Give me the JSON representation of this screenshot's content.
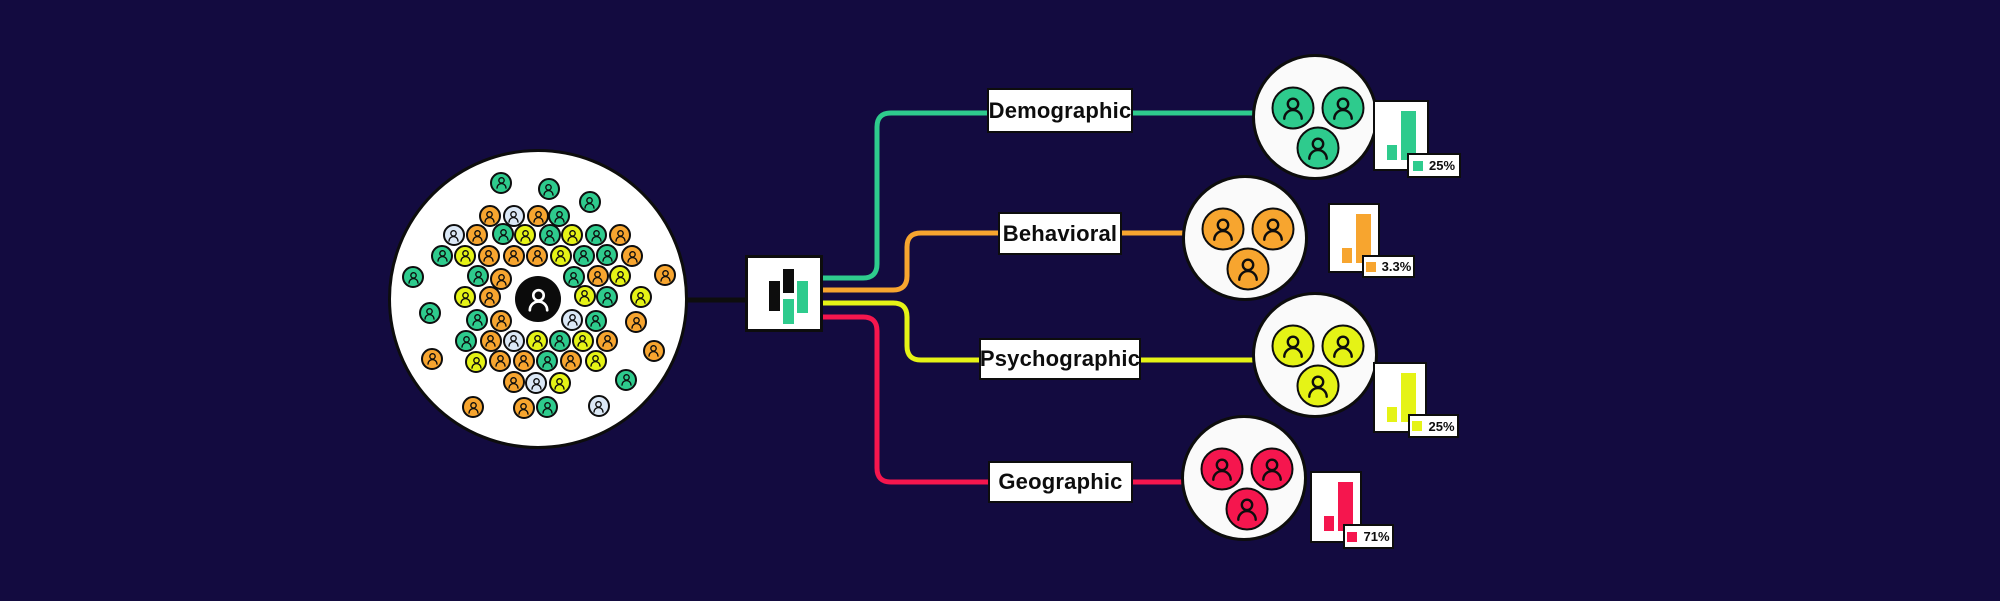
{
  "diagram": {
    "name": "audience-segmentation-diagram",
    "colors": {
      "background": "#130b40",
      "ink": "#0d0d0d",
      "white": "#ffffff",
      "green": "#2ecb8d",
      "orange": "#f7a52f",
      "yellow": "#e5f316",
      "red": "#f5164e",
      "light_blue": "#dbe8f6"
    },
    "population": {
      "center_icon": "person-icon",
      "dot_icon": "person-icon",
      "dots": [
        [
          37.5,
          10.5,
          "g"
        ],
        [
          53.7,
          12.6,
          "g"
        ],
        [
          67.6,
          17.1,
          "g"
        ],
        [
          33.6,
          21.9,
          "o"
        ],
        [
          41.8,
          21.9,
          "l"
        ],
        [
          50.0,
          21.9,
          "o"
        ],
        [
          57.2,
          21.9,
          "g"
        ],
        [
          21.3,
          28.4,
          "l"
        ],
        [
          29.3,
          28.3,
          "o"
        ],
        [
          38.1,
          27.9,
          "g"
        ],
        [
          45.7,
          28.3,
          "y"
        ],
        [
          54.0,
          28.3,
          "g"
        ],
        [
          61.7,
          28.3,
          "y"
        ],
        [
          69.8,
          28.3,
          "g"
        ],
        [
          78.0,
          28.3,
          "o"
        ],
        [
          17.5,
          35.3,
          "g"
        ],
        [
          25.3,
          35.3,
          "y"
        ],
        [
          33.3,
          35.3,
          "o"
        ],
        [
          41.8,
          35.3,
          "o"
        ],
        [
          49.8,
          35.3,
          "o"
        ],
        [
          57.7,
          35.3,
          "y"
        ],
        [
          65.6,
          35.3,
          "g"
        ],
        [
          73.6,
          35.2,
          "g"
        ],
        [
          82.0,
          35.5,
          "o"
        ],
        [
          7.5,
          42.6,
          "g"
        ],
        [
          93.3,
          42.0,
          "o"
        ],
        [
          29.6,
          42.3,
          "g"
        ],
        [
          37.5,
          43.2,
          "o"
        ],
        [
          62.2,
          42.6,
          "g"
        ],
        [
          70.4,
          42.3,
          "o"
        ],
        [
          78.0,
          42.3,
          "y"
        ],
        [
          13.2,
          54.8,
          "g"
        ],
        [
          25.3,
          49.4,
          "y"
        ],
        [
          33.6,
          49.4,
          "o"
        ],
        [
          65.9,
          48.9,
          "y"
        ],
        [
          73.6,
          49.4,
          "g"
        ],
        [
          84.9,
          49.4,
          "y"
        ],
        [
          29.4,
          57.0,
          "g"
        ],
        [
          37.5,
          57.4,
          "o"
        ],
        [
          61.7,
          57.0,
          "l"
        ],
        [
          69.6,
          57.4,
          "g"
        ],
        [
          83.4,
          57.9,
          "o"
        ],
        [
          25.6,
          64.4,
          "g"
        ],
        [
          33.9,
          64.2,
          "o"
        ],
        [
          41.8,
          64.2,
          "l"
        ],
        [
          49.8,
          64.2,
          "y"
        ],
        [
          57.4,
          64.2,
          "g"
        ],
        [
          65.3,
          64.2,
          "y"
        ],
        [
          73.6,
          64.2,
          "o"
        ],
        [
          14.1,
          70.4,
          "o"
        ],
        [
          89.3,
          67.6,
          "o"
        ],
        [
          29.0,
          71.5,
          "y"
        ],
        [
          37.2,
          71.0,
          "o"
        ],
        [
          45.2,
          71.0,
          "o"
        ],
        [
          53.2,
          71.2,
          "g"
        ],
        [
          61.1,
          71.0,
          "o"
        ],
        [
          69.6,
          71.0,
          "y"
        ],
        [
          41.8,
          78.3,
          "o"
        ],
        [
          49.4,
          78.6,
          "l"
        ],
        [
          57.4,
          78.6,
          "y"
        ],
        [
          80.1,
          77.4,
          "g"
        ],
        [
          27.9,
          86.9,
          "o"
        ],
        [
          45.2,
          87.1,
          "o"
        ],
        [
          53.2,
          86.9,
          "g"
        ],
        [
          70.7,
          86.5,
          "l"
        ]
      ]
    },
    "hub": {
      "icon": "bar-chart-icon"
    },
    "branches": [
      {
        "id": "demographic",
        "label": "Demographic",
        "color_key": "green",
        "percent": "25%",
        "member_count": 3,
        "member_icon": "person-icon"
      },
      {
        "id": "behavioral",
        "label": "Behavioral",
        "color_key": "orange",
        "percent": "3.3%",
        "member_count": 3,
        "member_icon": "person-icon"
      },
      {
        "id": "psychographic",
        "label": "Psychographic",
        "color_key": "yellow",
        "percent": "25%",
        "member_count": 3,
        "member_icon": "person-icon"
      },
      {
        "id": "geographic",
        "label": "Geographic",
        "color_key": "red",
        "percent": "71%",
        "member_count": 3,
        "member_icon": "person-icon"
      }
    ]
  }
}
